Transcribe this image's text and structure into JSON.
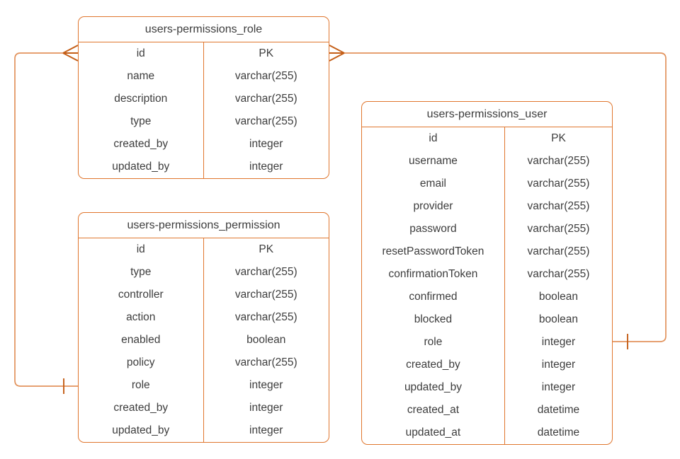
{
  "diagram": {
    "background": "#ffffff",
    "table_border_color": "#e0762e",
    "connector_color": "#e2935d",
    "marker_color": "#c45e17",
    "text_color": "#3d3d3d"
  },
  "tables": [
    {
      "title": "users-permissions_role",
      "fields": [
        {
          "name": "id",
          "type": "PK"
        },
        {
          "name": "name",
          "type": "varchar(255)"
        },
        {
          "name": "description",
          "type": "varchar(255)"
        },
        {
          "name": "type",
          "type": "varchar(255)"
        },
        {
          "name": "created_by",
          "type": "integer"
        },
        {
          "name": "updated_by",
          "type": "integer"
        }
      ]
    },
    {
      "title": "users-permissions_permission",
      "fields": [
        {
          "name": "id",
          "type": "PK"
        },
        {
          "name": "type",
          "type": "varchar(255)"
        },
        {
          "name": "controller",
          "type": "varchar(255)"
        },
        {
          "name": "action",
          "type": "varchar(255)"
        },
        {
          "name": "enabled",
          "type": "boolean"
        },
        {
          "name": "policy",
          "type": "varchar(255)"
        },
        {
          "name": "role",
          "type": "integer"
        },
        {
          "name": "created_by",
          "type": "integer"
        },
        {
          "name": "updated_by",
          "type": "integer"
        }
      ]
    },
    {
      "title": "users-permissions_user",
      "fields": [
        {
          "name": "id",
          "type": "PK"
        },
        {
          "name": "username",
          "type": "varchar(255)"
        },
        {
          "name": "email",
          "type": "varchar(255)"
        },
        {
          "name": "provider",
          "type": "varchar(255)"
        },
        {
          "name": "password",
          "type": "varchar(255)"
        },
        {
          "name": "resetPasswordToken",
          "type": "varchar(255)"
        },
        {
          "name": "confirmationToken",
          "type": "varchar(255)"
        },
        {
          "name": "confirmed",
          "type": "boolean"
        },
        {
          "name": "blocked",
          "type": "boolean"
        },
        {
          "name": "role",
          "type": "integer"
        },
        {
          "name": "created_by",
          "type": "integer"
        },
        {
          "name": "updated_by",
          "type": "integer"
        },
        {
          "name": "created_at",
          "type": "datetime"
        },
        {
          "name": "updated_at",
          "type": "datetime"
        }
      ]
    }
  ],
  "relationships": [
    {
      "from_table": "users-permissions_role",
      "from_field": "id",
      "from_cardinality": "many",
      "to_table": "users-permissions_permission",
      "to_field": "role",
      "to_cardinality": "one"
    },
    {
      "from_table": "users-permissions_role",
      "from_field": "id",
      "from_cardinality": "many",
      "to_table": "users-permissions_user",
      "to_field": "role",
      "to_cardinality": "one"
    }
  ]
}
